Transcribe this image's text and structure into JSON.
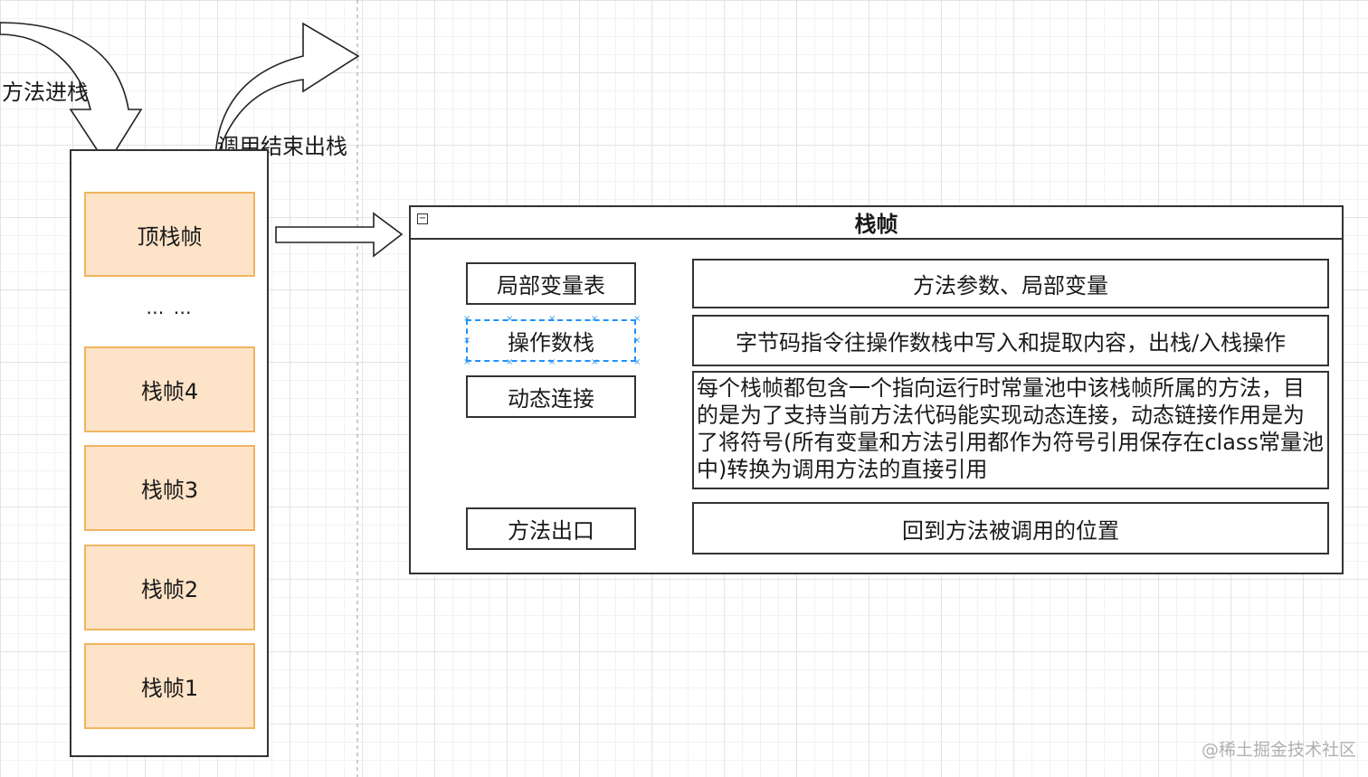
{
  "labels": {
    "push": "方法进栈",
    "pop": "调用结束出栈"
  },
  "stack": {
    "top": "顶栈帧",
    "dots": "… …",
    "frames": [
      "栈帧4",
      "栈帧3",
      "栈帧2",
      "栈帧1"
    ]
  },
  "panel": {
    "title": "栈帧",
    "rows": [
      {
        "name": "局部变量表",
        "desc": "方法参数、局部变量"
      },
      {
        "name": "操作数栈",
        "desc": "字节码指令往操作数栈中写入和提取内容，出栈/入栈操作"
      },
      {
        "name": "动态连接",
        "desc": "每个栈帧都包含一个指向运行时常量池中该栈帧所属的方法，目的是为了支持当前方法代码能实现动态连接，动态链接作用是为了将符号(所有变量和方法引用都作为符号引用保存在class常量池中)转换为调用方法的直接引用"
      },
      {
        "name": "方法出口",
        "desc": "回到方法被调用的位置"
      }
    ]
  },
  "watermark": "@稀土掘金技术社区"
}
